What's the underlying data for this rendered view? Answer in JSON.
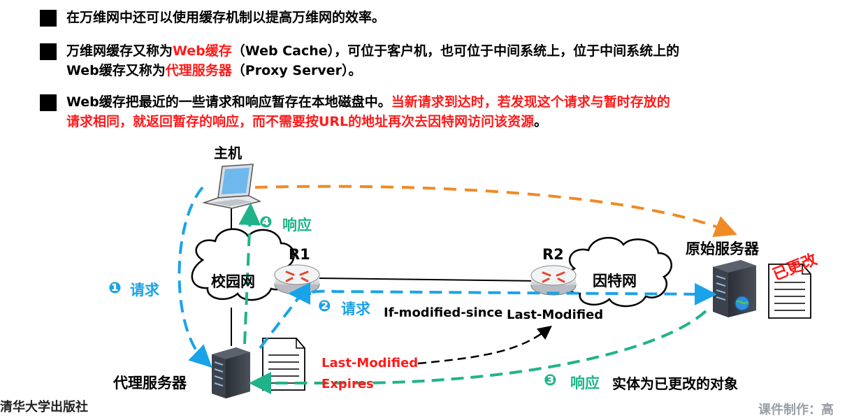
{
  "bullets": [
    {
      "parts": [
        {
          "text": "在万维网中还可以使用缓存机制以提高万维网的效率。",
          "red": false
        }
      ]
    },
    {
      "line1": [
        {
          "text": "万维网缓存又称为",
          "red": false
        },
        {
          "text": "Web缓存",
          "red": true
        },
        {
          "text": "（Web Cache），可位于客户机，也可位于中间系统上，位于中间系统上的",
          "red": false
        }
      ],
      "line2": [
        {
          "text": "Web缓存又称为",
          "red": false
        },
        {
          "text": "代理服务器",
          "red": true
        },
        {
          "text": "（Proxy Server）。",
          "red": false
        }
      ]
    },
    {
      "line1": [
        {
          "text": "Web缓存把最近的一些请求和响应暂存在本地磁盘中。",
          "red": false
        },
        {
          "text": "当新请求到达时，若发现这个请求与暂时存放的",
          "red": true
        }
      ],
      "line2": [
        {
          "text": "请求相同，就返回暂存的响应，而不需要按URL的地址再次去因特网访问该资源",
          "red": true
        },
        {
          "text": "。",
          "red": false
        }
      ]
    }
  ],
  "diagram": {
    "host_label": "主机",
    "r1_label": "R1",
    "r2_label": "R2",
    "campus_label": "校园网",
    "internet_label": "因特网",
    "origin_label": "原始服务器",
    "proxy_label": "代理服务器",
    "changed_stamp": "已更改",
    "step1_num": "❶",
    "step1_text": "请求",
    "step2_num": "❷",
    "step2_text": "请求",
    "step3_num": "❸",
    "step3_text": "响应",
    "step4_num": "❹",
    "step4_text": "响应",
    "if_modified": "If-modified-since",
    "last_modified_top": "Last-Modified",
    "doc_last_modified": "Last-Modified",
    "doc_expires": "Expires",
    "entity_changed": "实体为已更改的对象"
  },
  "footer": {
    "publisher": "清华大学出版社",
    "credit": "课件制作：高"
  },
  "colors": {
    "blue": "#1aa3e8",
    "teal": "#20b38a",
    "orange": "#f08a24",
    "red": "#ff1a1a"
  }
}
